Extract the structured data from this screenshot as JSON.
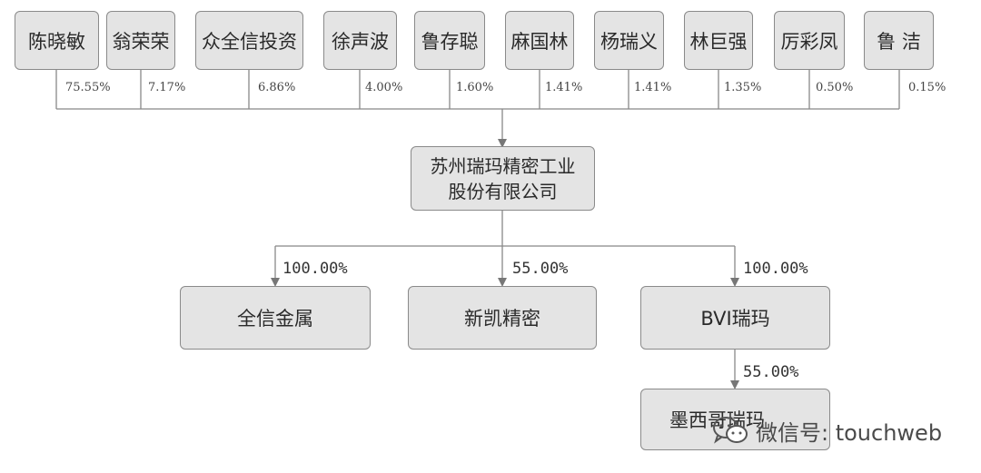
{
  "shareholders": [
    {
      "name": "陈晓敏",
      "pct": "75.55%"
    },
    {
      "name": "翁荣荣",
      "pct": "7.17%"
    },
    {
      "name": "众全信投资",
      "pct": "6.86%"
    },
    {
      "name": "徐声波",
      "pct": "4.00%"
    },
    {
      "name": "鲁存聪",
      "pct": "1.60%"
    },
    {
      "name": "麻国林",
      "pct": "1.41%"
    },
    {
      "name": "杨瑞义",
      "pct": "1.41%"
    },
    {
      "name": "林巨强",
      "pct": "1.35%"
    },
    {
      "name": "厉彩凤",
      "pct": "0.50%"
    },
    {
      "name": "鲁 洁",
      "pct": "0.15%"
    }
  ],
  "company": {
    "line1": "苏州瑞玛精密工业",
    "line2": "股份有限公司"
  },
  "subsidiaries": [
    {
      "name": "全信金属",
      "pct": "100.00%"
    },
    {
      "name": "新凯精密",
      "pct": "55.00%"
    },
    {
      "name": "BVI瑞玛",
      "pct": "100.00%"
    }
  ],
  "grandchild": {
    "name": "墨西哥瑞玛",
    "pct": "55.00%"
  },
  "watermark": {
    "text": "微信号: touchweb",
    "icon": "wechat-icon"
  }
}
